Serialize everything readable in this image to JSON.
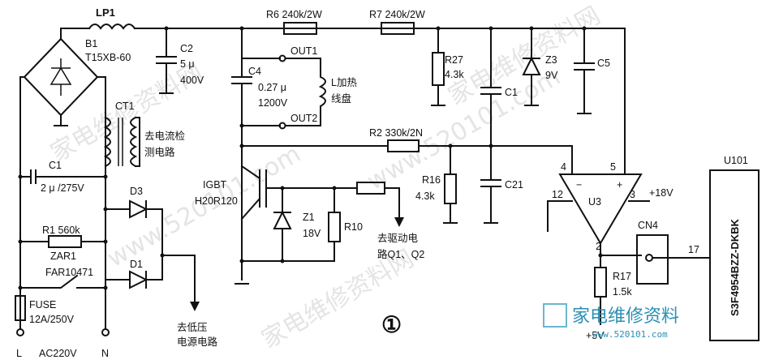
{
  "labels": {
    "lp1": "LP1",
    "b1": "B1",
    "b1_part": "T15XB-60",
    "c2": "C2",
    "c2_val": "5 μ",
    "c2_v": "400V",
    "r6": "R6 240k/2W",
    "r7": "R7 240k/2W",
    "c4": "C4",
    "c4_val": "0.27 μ",
    "c4_v": "1200V",
    "out1": "OUT1",
    "out2": "OUT2",
    "coil": "L加热",
    "coil2": "线盘",
    "r27": "R27",
    "r27_val": "4.3k",
    "c1_top": "C1",
    "z3": "Z3",
    "z3_val": "9V",
    "c5": "C5",
    "ct1": "CT1",
    "ct_dest": "去电流检",
    "ct_dest2": "测电路",
    "r2": "R2 330k/2N",
    "c1_left": "C1",
    "c1_left_val": "2 μ /275V",
    "d3": "D3",
    "igbt": "IGBT",
    "igbt_part": "H20R120",
    "r16": "R16",
    "r16_val": "4.3k",
    "c21": "C21",
    "u101": "U101",
    "pin4": "4",
    "pin5": "5",
    "pin12": "12",
    "pin3": "3",
    "pin2": "2",
    "pin17": "17",
    "u3": "U3",
    "plus18": "+18V",
    "minus_sign": "−",
    "plus_sign": "+",
    "r1": "R1 560k",
    "zar1": "ZAR1",
    "far": "FAR10471",
    "d1": "D1",
    "z1": "Z1",
    "z1_val": "18V",
    "r10": "R10",
    "drive": "去驱动电",
    "drive2": "路Q1、Q2",
    "cn4": "CN4",
    "r17": "R17",
    "r17_val": "1.5k",
    "plus5": "+5V",
    "fuse": "FUSE",
    "fuse_val": "12A/250V",
    "low_v": "去低压",
    "low_v2": "电源电路",
    "circle_num": "①",
    "term_l": "L",
    "term_n": "N",
    "ac": "AC220V",
    "chip": "S3F4954BZZ-DKBK"
  },
  "watermarks": [
    "家电维修资料网",
    "www.520101.com",
    "家电维修资料网",
    "www.520101.com",
    "家电维修资料网"
  ],
  "logo": {
    "text": "家电维修资料",
    "site": "www.520101.com"
  }
}
